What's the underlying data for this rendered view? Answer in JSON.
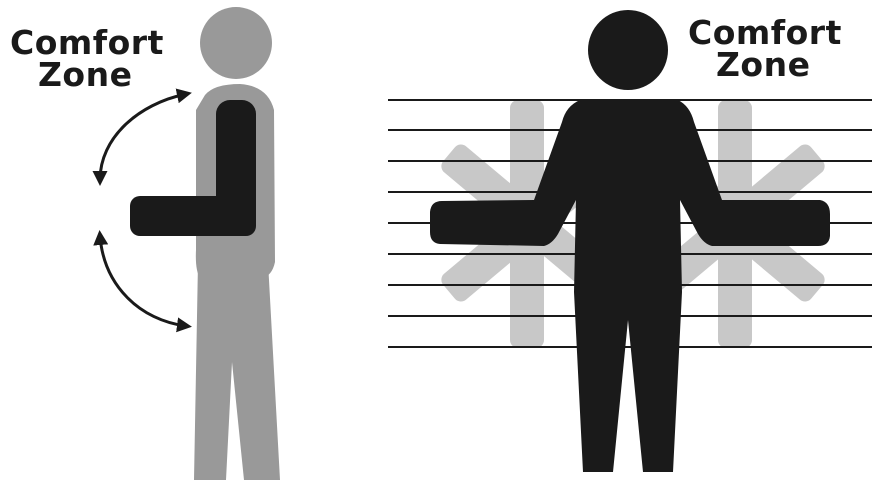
{
  "side_view": {
    "label_line1": "Comfort",
    "label_line2": "Zone"
  },
  "front_view": {
    "label_line1": "Comfort",
    "label_line2": "Zone"
  },
  "colors": {
    "figure_gray": "#999999",
    "arm_black": "#1a1a1a",
    "light_gray": "#c8c8c8",
    "line": "#1a1a1a",
    "background": "#ffffff"
  }
}
